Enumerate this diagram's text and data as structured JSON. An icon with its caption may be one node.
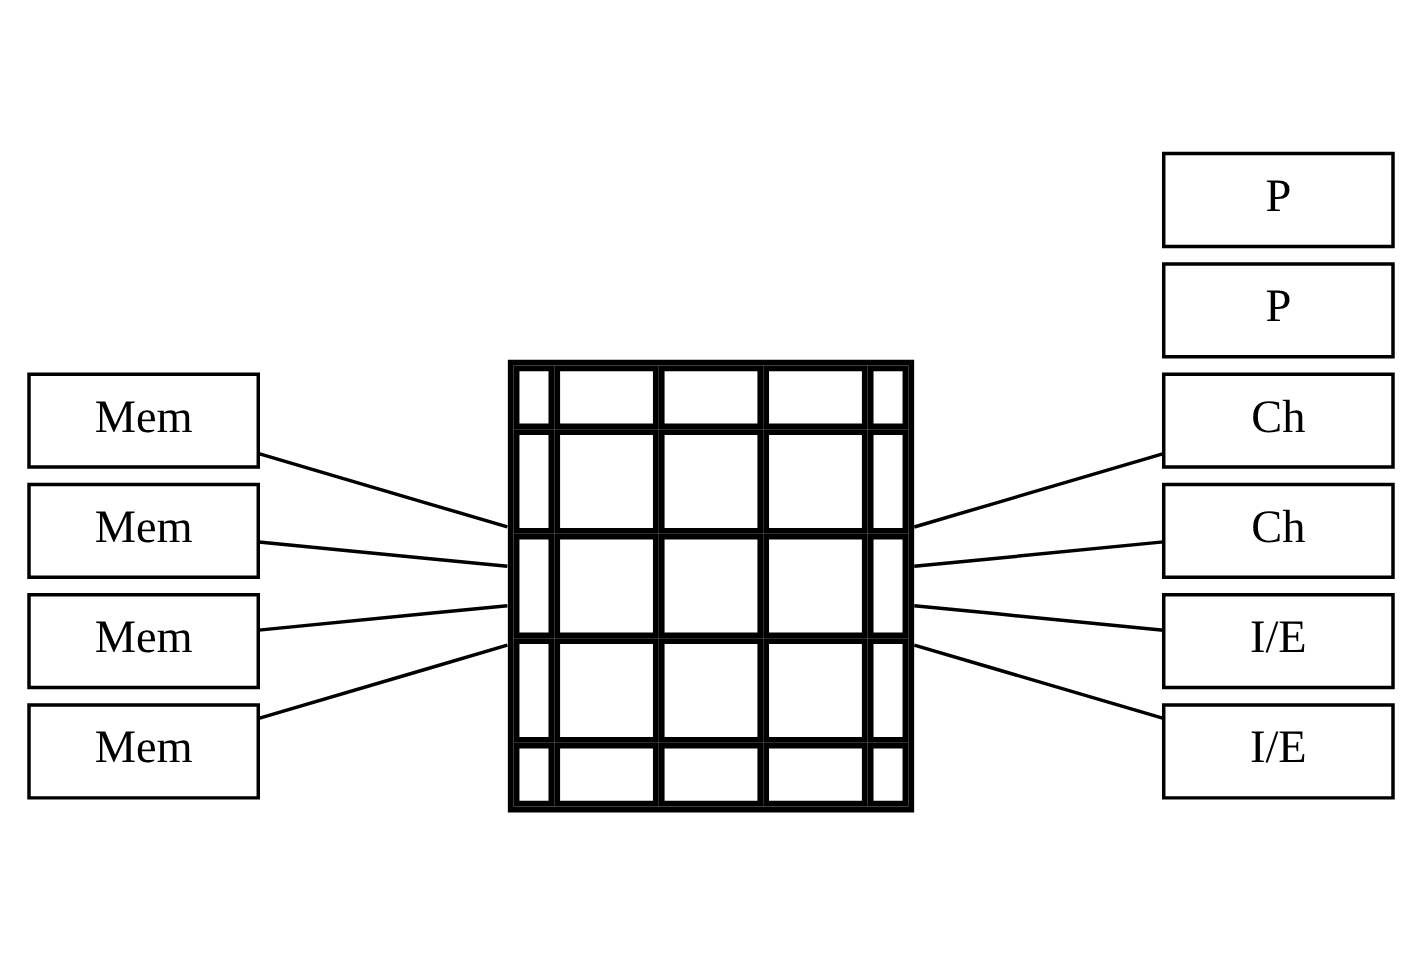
{
  "diagram": {
    "nodes": [
      {
        "text": [
          "Mem"
        ]
      },
      {
        "text": [
          "Mem"
        ]
      },
      {
        "text": [
          "Mem"
        ]
      },
      {
        "text": [
          "Mem"
        ]
      },
      {
        "text": [],
        "shape": "grid"
      },
      {
        "text": [
          "Ch"
        ]
      },
      {
        "text": [
          "P"
        ]
      },
      {
        "text": [
          "Ch"
        ]
      },
      {
        "text": [
          "P"
        ]
      },
      {
        "text": [
          "I/E"
        ]
      },
      {
        "text": [
          "I/E"
        ]
      }
    ],
    "edges": [
      {
        "from": 0,
        "to": 4,
        "arrow": "none"
      },
      {
        "from": 1,
        "to": 4,
        "arrow": "none"
      },
      {
        "from": 2,
        "to": 4,
        "arrow": "none"
      },
      {
        "from": 3,
        "to": 4,
        "arrow": "none"
      },
      {
        "from": 4,
        "to": 5,
        "arrow": "none"
      },
      {
        "from": 4,
        "to": 7,
        "arrow": "none"
      },
      {
        "from": 4,
        "to": 9,
        "arrow": "none"
      },
      {
        "from": 4,
        "to": 10,
        "arrow": "none"
      }
    ]
  }
}
